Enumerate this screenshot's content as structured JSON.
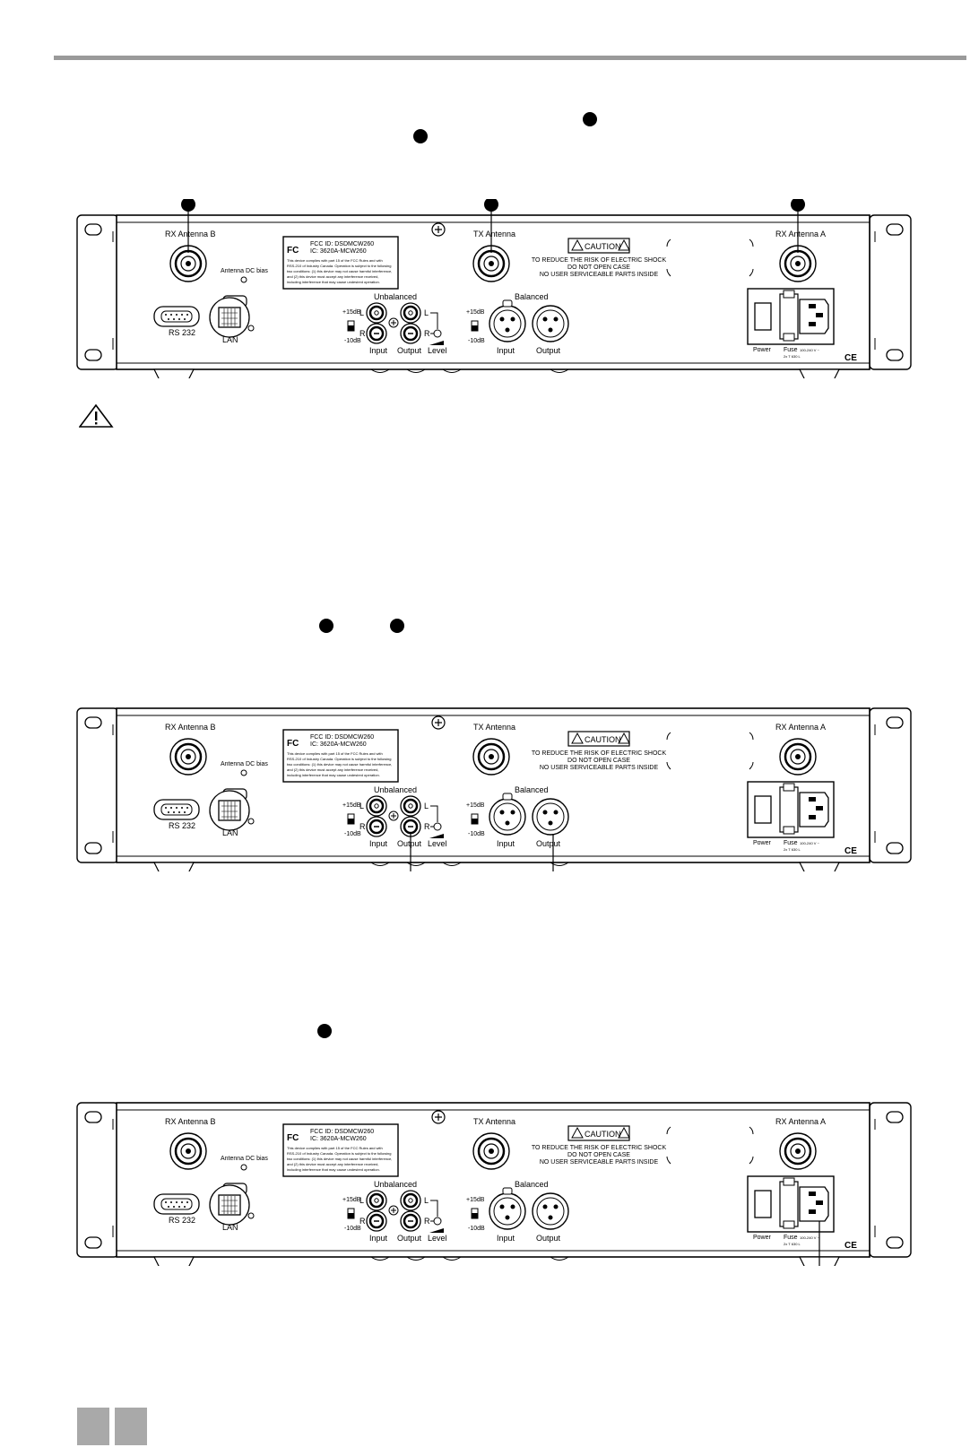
{
  "panel": {
    "rx_antenna_b": "RX Antenna B",
    "tx_antenna": "TX Antenna",
    "rx_antenna_a": "RX Antenna A",
    "antenna_dc_bias": "Antenna DC bias",
    "rs232": "RS 232",
    "lan": "LAN",
    "unbalanced": "Unbalanced",
    "balanced": "Balanced",
    "plus15db": "+15dB",
    "minus10db": "-10dB",
    "l": "L",
    "r": "R",
    "input": "Input",
    "output": "Output",
    "level": "Level",
    "power": "Power",
    "fuse": "Fuse",
    "voltage": "100-240 V ~",
    "fuse_rating": "2x T 630 L",
    "ce": "CE",
    "caution": "CAUTION",
    "shock_line1": "TO REDUCE THE RISK OF ELECTRIC SHOCK",
    "shock_line2": "DO NOT OPEN CASE",
    "shock_line3": "NO USER SERVICEABLE PARTS INSIDE",
    "fcc_logo": "FC",
    "fcc_id": "FCC ID: DSDMCW260",
    "ic_id": "IC: 3620A-MCW260",
    "fcc_text": [
      "This device complies with part 15 of the FCC Rules and with",
      "RSS-210 of Industry Canada. Operation is subject to the following",
      "two conditions: (1) this device may not cause harmful interference,",
      "and (2) this device must accept any interference received,",
      "including interference that may cause undesired operation."
    ]
  }
}
